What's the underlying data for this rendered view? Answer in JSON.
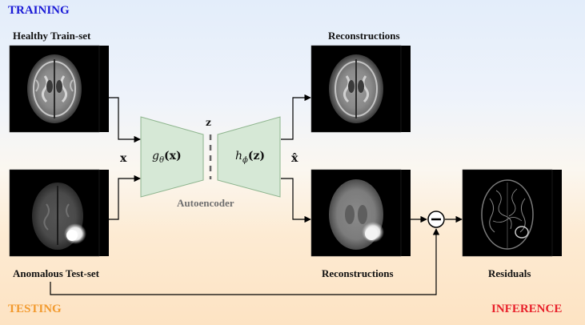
{
  "corners": {
    "training": "TRAINING",
    "testing": "TESTING",
    "inference": "INFERENCE"
  },
  "labels": {
    "healthy_train_set": "Healthy Train-set",
    "reconstructions_top": "Reconstructions",
    "anomalous_test_set": "Anomalous Test-set",
    "reconstructions_bottom": "Reconstructions",
    "residuals": "Residuals",
    "autoencoder": "Autoencoder"
  },
  "math": {
    "input": "x",
    "latent": "z",
    "output": "x̂",
    "encoder_fn": "g",
    "encoder_sub": "θ",
    "encoder_arg": "(x)",
    "decoder_fn": "h",
    "decoder_sub": "ϕ",
    "decoder_arg": "(z)",
    "operator": "−"
  },
  "colors": {
    "training": "#1a1ad6",
    "testing": "#f29a2e",
    "inference": "#e8202a",
    "autoencoder_fill": "#d6e8d6",
    "autoencoder_stroke": "#8fb58f"
  }
}
